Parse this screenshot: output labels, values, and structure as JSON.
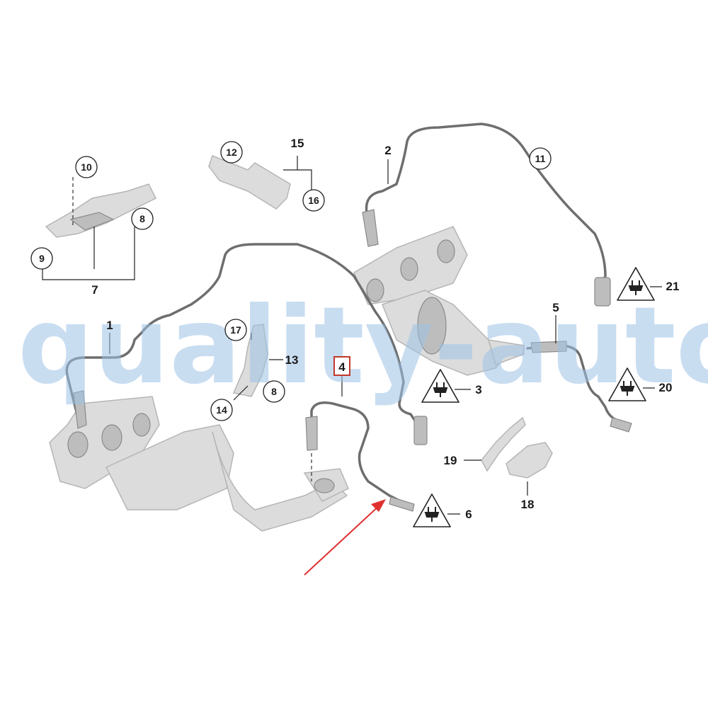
{
  "watermark": "quality-auto",
  "colors": {
    "watermark": "#9dc3e6",
    "arrow": "#e03030",
    "highlight_box": "#c0392b"
  },
  "labels": {
    "p1": "1",
    "p2": "2",
    "p3": "3",
    "p4": "4",
    "p5": "5",
    "p6": "6",
    "p7": "7",
    "p8a": "8",
    "p8b": "8",
    "p9": "9",
    "p10": "10",
    "p11": "11",
    "p12": "12",
    "p13": "13",
    "p14": "14",
    "p15": "15",
    "p16": "16",
    "p17": "17",
    "p18": "18",
    "p19": "19",
    "p20": "20",
    "p21": "21"
  },
  "icons": [
    "plug-warning-icon",
    "red-arrow"
  ]
}
